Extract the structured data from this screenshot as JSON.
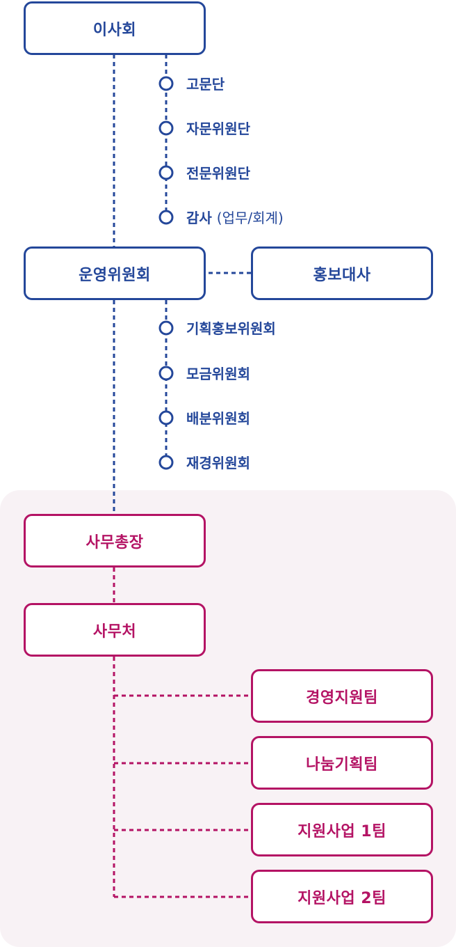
{
  "colors": {
    "board": "#24479a",
    "secretariat": "#b41364",
    "panel": "#f8f2f5"
  },
  "board": {
    "label": "이사회",
    "items": [
      {
        "label": "고문단"
      },
      {
        "label": "자문위원단"
      },
      {
        "label": "전문위원단"
      },
      {
        "label": "감사",
        "sub": "(업무/회계)"
      }
    ]
  },
  "steering": {
    "label": "운영위원회",
    "ambassador": "홍보대사",
    "items": [
      {
        "label": "기획홍보위원회"
      },
      {
        "label": "모금위원회"
      },
      {
        "label": "배분위원회"
      },
      {
        "label": "재경위원회"
      }
    ]
  },
  "secretariat": {
    "general": "사무총장",
    "office": "사무처",
    "teams": [
      {
        "label": "경영지원팀"
      },
      {
        "label": "나눔기획팀"
      },
      {
        "label": "지원사업 1팀"
      },
      {
        "label": "지원사업 2팀"
      }
    ]
  }
}
